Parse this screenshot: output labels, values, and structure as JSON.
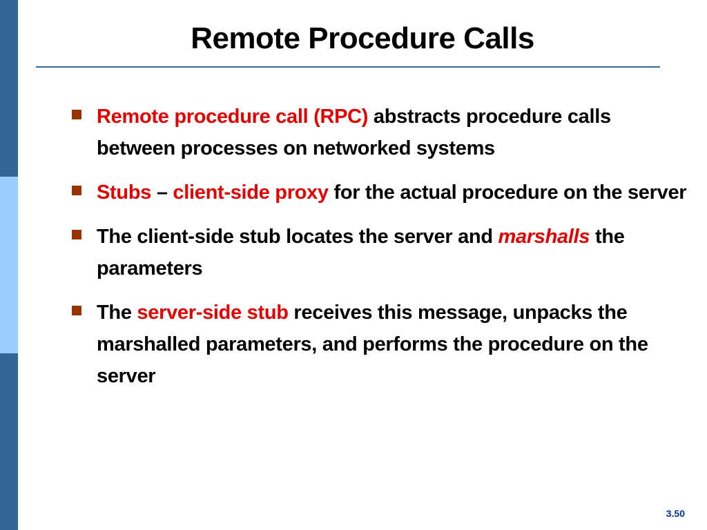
{
  "colors": {
    "sidebar_dark": "#346795",
    "sidebar_light": "#99ccff",
    "rule": "#336699",
    "highlight": "#e60000",
    "bullet": "#993300",
    "page_number": "#003399"
  },
  "slide": {
    "title": "Remote Procedure Calls",
    "page_number": "3.50"
  },
  "bullets": [
    {
      "parts": [
        {
          "text": "Remote procedure call (RPC)",
          "style": "highlight"
        },
        {
          "text": " abstracts procedure calls between processes on networked systems",
          "style": "normal"
        }
      ]
    },
    {
      "parts": [
        {
          "text": "Stubs",
          "style": "highlight"
        },
        {
          "text": " – ",
          "style": "normal"
        },
        {
          "text": "client-side proxy",
          "style": "highlight"
        },
        {
          "text": " for the actual procedure on the server",
          "style": "normal"
        }
      ]
    },
    {
      "parts": [
        {
          "text": "The client-side stub locates the server and ",
          "style": "normal"
        },
        {
          "text": "marshalls",
          "style": "highlight-italic"
        },
        {
          "text": " the parameters",
          "style": "normal"
        }
      ]
    },
    {
      "parts": [
        {
          "text": "The ",
          "style": "normal"
        },
        {
          "text": "server-side stub",
          "style": "highlight"
        },
        {
          "text": " receives this message, unpacks the marshalled parameters, and performs the procedure on the server",
          "style": "normal"
        }
      ]
    }
  ]
}
